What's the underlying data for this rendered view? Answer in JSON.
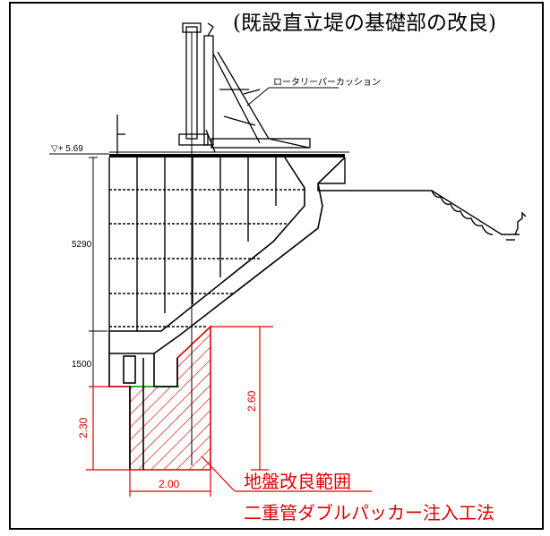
{
  "drawing": {
    "title": "(既設直立堤の基礎部の改良)",
    "rotary_percussion_label": "ロータリーパーカッション",
    "level_label": "▽+ 5.69",
    "dimension_5290": "5290",
    "dimension_1500": "1500",
    "dimension_260": "2.60",
    "dimension_230": "2.30",
    "dimension_200": "2.00",
    "improvement_range_label": "地盤改良範囲",
    "method_label": "二重管ダブルパッカー注入工法"
  },
  "colors": {
    "line": "#000000",
    "accent_red": "#e00000",
    "accent_green": "#22bb22",
    "background": "#ffffff"
  }
}
